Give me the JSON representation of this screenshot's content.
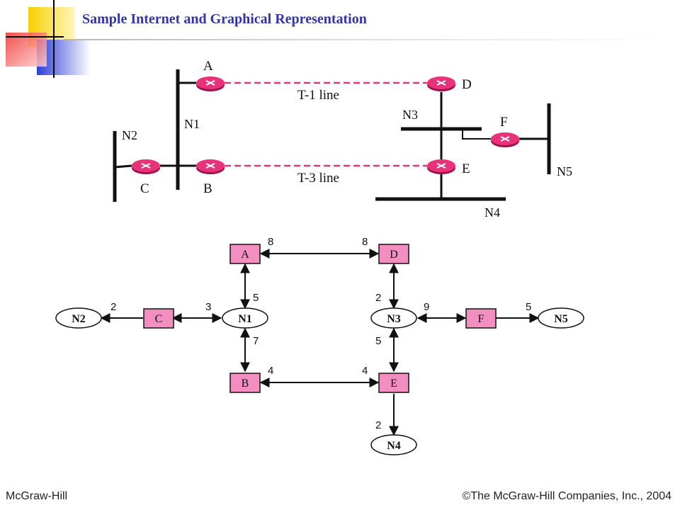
{
  "slide": {
    "title": "Sample Internet and Graphical Representation",
    "footer_left": "McGraw-Hill",
    "footer_right": "©The McGraw-Hill Companies, Inc., 2004"
  },
  "colors": {
    "router": "#e8337a",
    "router_dark": "#a0104a",
    "dashed_link": "#e8337a",
    "node_fill": "#f28fc0",
    "title": "#3333aa",
    "deco_yellow": "#f7d000",
    "deco_red": "#f03030",
    "deco_blue": "#2b3fd6"
  },
  "physical": {
    "routers": [
      "A",
      "B",
      "C",
      "D",
      "E",
      "F"
    ],
    "networks": [
      "N1",
      "N2",
      "N3",
      "N4",
      "N5"
    ],
    "links": {
      "t1": "T-1 line",
      "t3": "T-3 line"
    }
  },
  "graph": {
    "router_nodes": [
      "A",
      "B",
      "C",
      "D",
      "E",
      "F"
    ],
    "network_nodes": [
      "N1",
      "N2",
      "N3",
      "N4",
      "N5"
    ],
    "edge_costs": {
      "A_to_D": "8",
      "D_to_A": "8",
      "A_to_N1": "5",
      "N1_to_B": "7",
      "B_to_E": "4",
      "E_to_B": "4",
      "C_to_N2": "2",
      "N1_to_C": "3",
      "D_to_N3": "2",
      "N3_to_E": "5",
      "N3_to_F": "9",
      "F_to_N5": "5",
      "E_to_N4": "2"
    }
  }
}
